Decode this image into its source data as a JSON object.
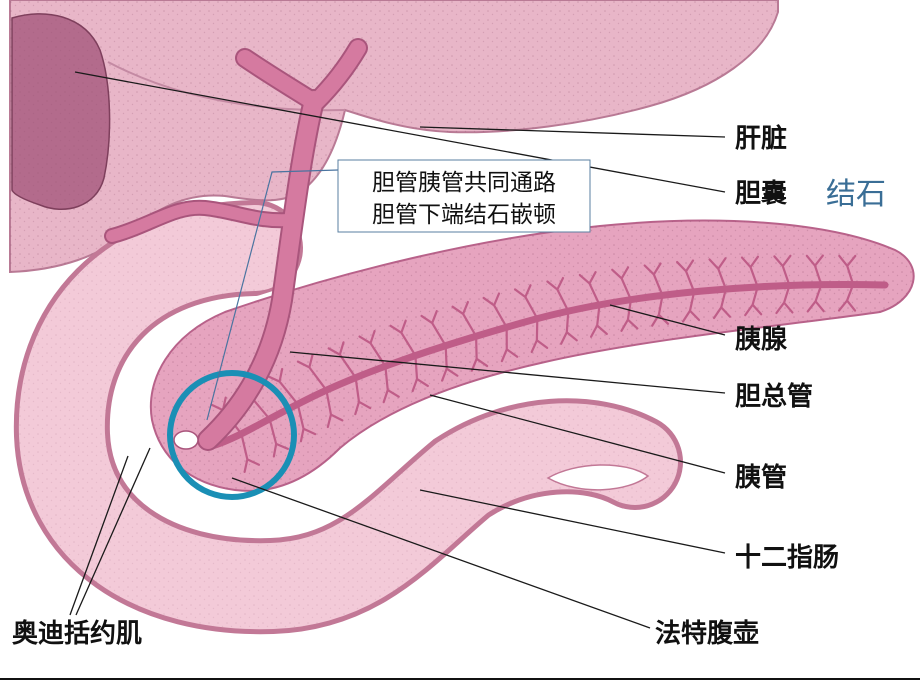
{
  "labels": {
    "liver": "肝脏",
    "gallbladder": "胆囊",
    "stone": "结石",
    "pancreas": "胰腺",
    "common_bile_duct": "胆总管",
    "pancreatic_duct": "胰管",
    "duodenum": "十二指肠",
    "ampulla": "法特腹壶",
    "sphincter": "奥迪括约肌"
  },
  "callout": {
    "line1": "胆管胰管共同通路",
    "line2": "胆管下端结石嵌顿"
  },
  "colors": {
    "liver": "#e8b6c8",
    "liver_edge": "#b97a95",
    "gallbladder": "#b36b8c",
    "pancreas": "#e6a4bf",
    "pancreas_edge": "#b8628a",
    "duodenum": "#f3cad8",
    "duodenum_edge": "#c27896",
    "bile_duct": "#d57aa0",
    "bile_duct_edge": "#a9557c",
    "pancreatic_duct": "#bf5d88",
    "highlight_circle": "#1a8fb5",
    "stone_text": "#3a6e96",
    "callout_border": "#5a7fa0"
  }
}
